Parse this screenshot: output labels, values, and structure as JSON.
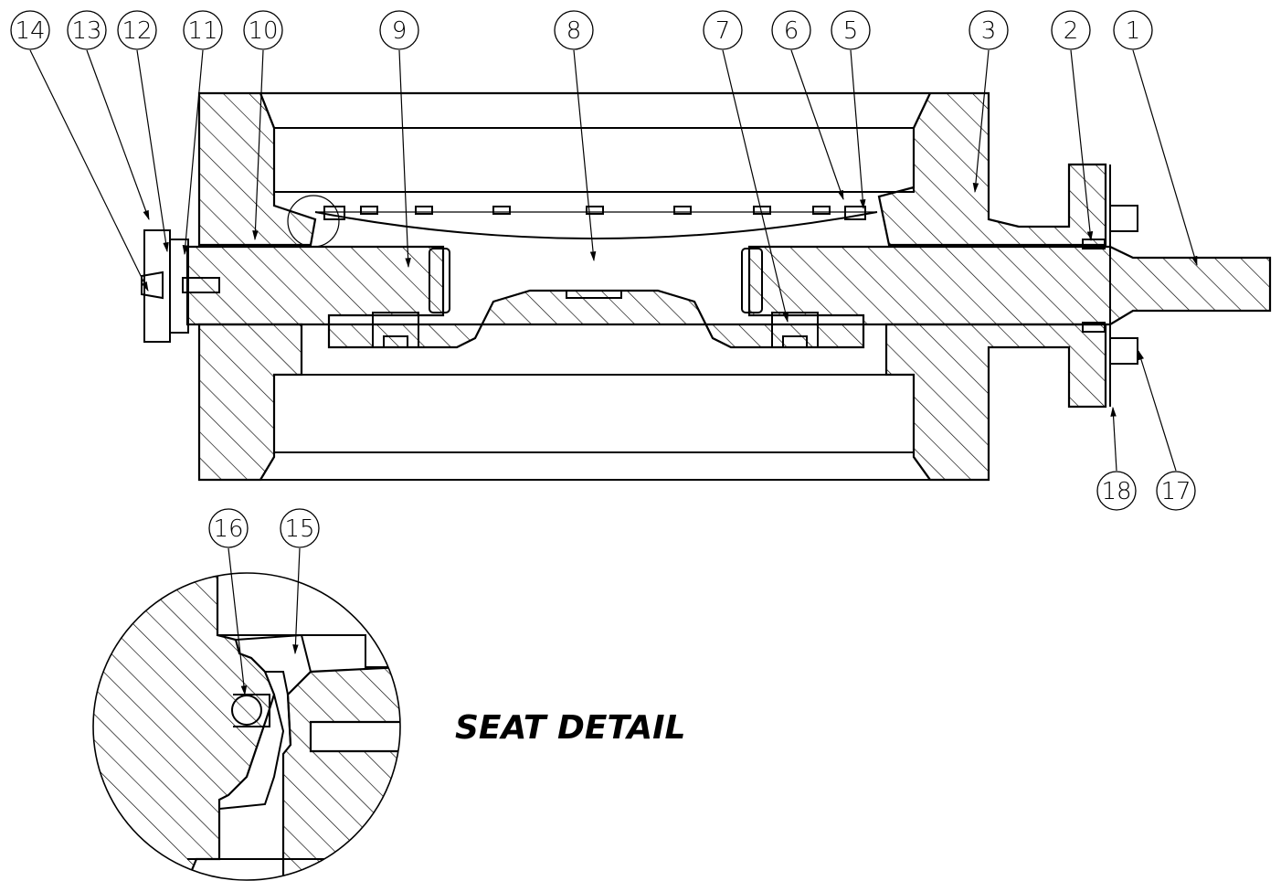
{
  "balloons": [
    {
      "id": "14",
      "label": "14"
    },
    {
      "id": "13",
      "label": "13"
    },
    {
      "id": "12",
      "label": "12"
    },
    {
      "id": "11",
      "label": "11"
    },
    {
      "id": "10",
      "label": "10"
    },
    {
      "id": "9",
      "label": "9"
    },
    {
      "id": "8",
      "label": "8"
    },
    {
      "id": "7",
      "label": "7"
    },
    {
      "id": "6",
      "label": "6"
    },
    {
      "id": "5",
      "label": "5"
    },
    {
      "id": "3",
      "label": "3"
    },
    {
      "id": "2",
      "label": "2"
    },
    {
      "id": "1",
      "label": "1"
    },
    {
      "id": "18",
      "label": "18"
    },
    {
      "id": "17",
      "label": "17"
    },
    {
      "id": "16",
      "label": "16"
    },
    {
      "id": "15",
      "label": "15"
    }
  ],
  "detail": {
    "title": "SEAT DETAIL"
  },
  "colors": {
    "line": "#000000",
    "background": "#ffffff"
  }
}
